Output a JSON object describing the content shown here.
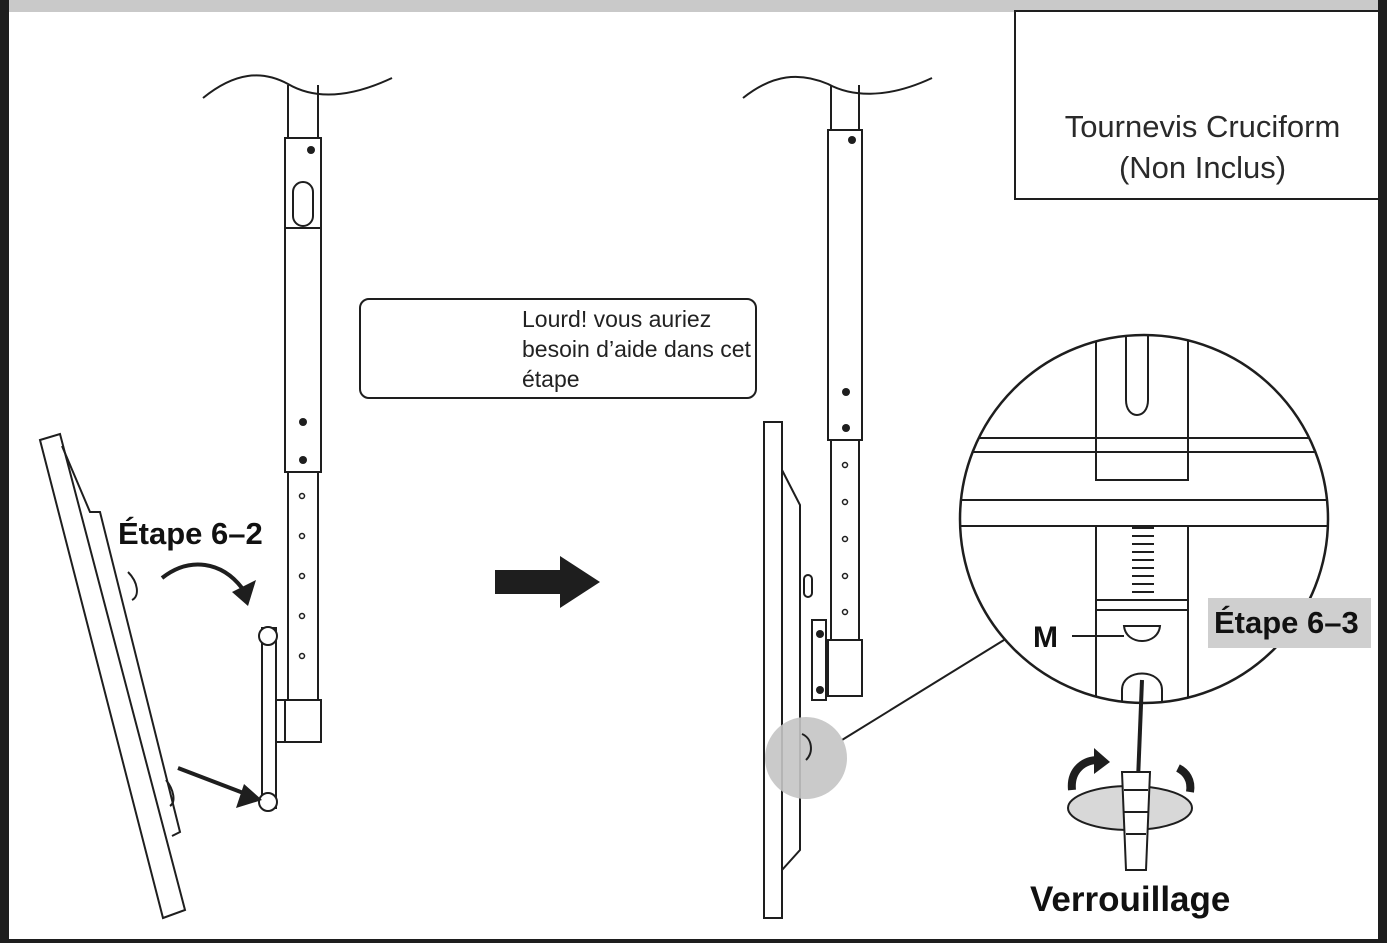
{
  "tool": {
    "name": "Tournevis Cruciform",
    "note": "(Non Inclus)",
    "icons": [
      "phillips-head-icon",
      "screwdriver-icon"
    ]
  },
  "warning": {
    "icon": "warning-triangle-icon",
    "text": "Lourd! vous auriez besoin d’aide dans cet étape"
  },
  "steps": {
    "step_6_2": "Étape 6–2",
    "step_6_3": "Étape 6–3",
    "part_m": "M",
    "lock": "Verrouillage"
  },
  "colors": {
    "line": "#1e1e1e",
    "highlight": "#cfcfcf",
    "zoom_spot": "#c4c4c4"
  }
}
